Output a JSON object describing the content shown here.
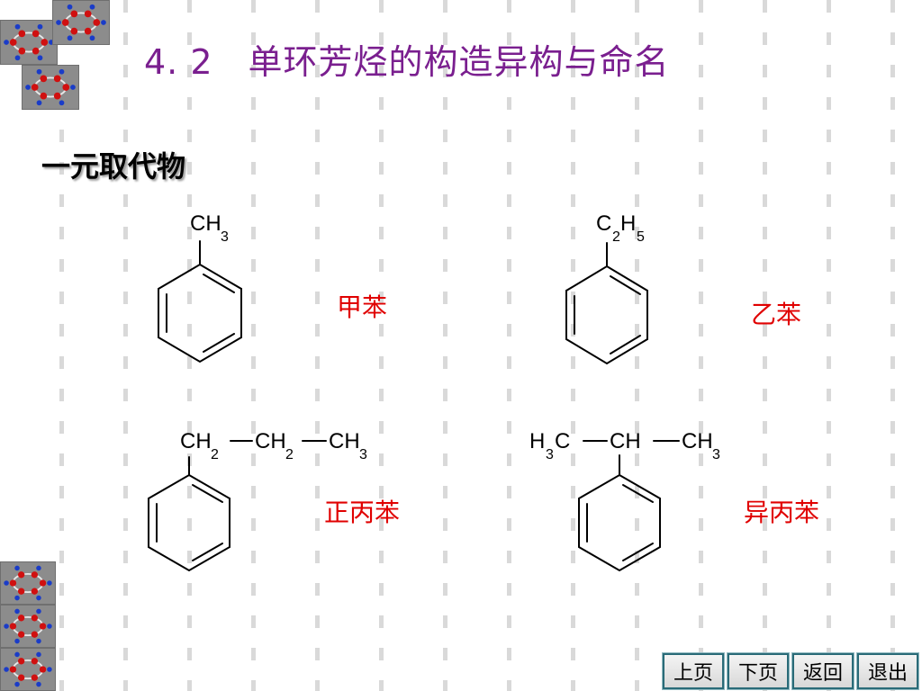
{
  "slide": {
    "title": "4. 2　单环芳烃的构造异构与命名",
    "subtitle": "一元取代物"
  },
  "compounds": [
    {
      "substituent": "CH3",
      "name": "甲苯"
    },
    {
      "substituent": "C2H5",
      "name": "乙苯"
    },
    {
      "substituent": "CH2—CH2—CH3",
      "name": "正丙苯"
    },
    {
      "substituent": "H3C—CH—CH3",
      "name": "异丙苯"
    }
  ],
  "navigation": {
    "prev_label": "上页",
    "next_label": "下页",
    "back_label": "返回",
    "exit_label": "退出"
  },
  "colors": {
    "title": "#7a1f8f",
    "name_label": "#e00000",
    "nav_border": "#2a6b78"
  }
}
